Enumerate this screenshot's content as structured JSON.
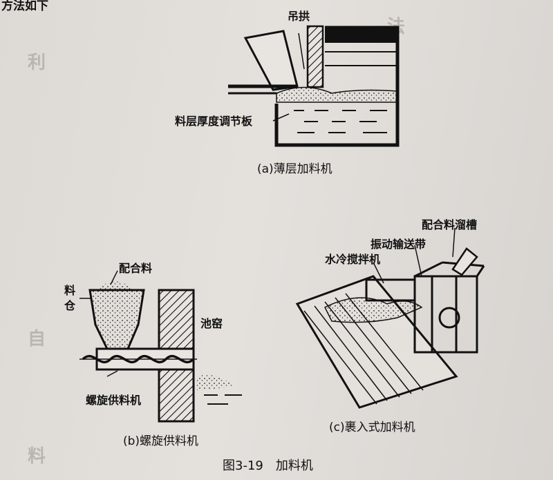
{
  "figure": {
    "title": "图3-19　加料机",
    "top_left_fragment": "方法如下"
  },
  "panel_a": {
    "caption": "(a)薄层加料机",
    "labels": {
      "arch": "吊拱",
      "plate": "料层厚度调节板"
    }
  },
  "panel_b": {
    "caption": "(b)螺旋供料机",
    "labels": {
      "batch": "配合料",
      "bin": "料仓",
      "tank": "池窑",
      "screw": "螺旋供料机"
    }
  },
  "panel_c": {
    "caption": "(c)裹入式加料机",
    "labels": {
      "chute": "配合料溜槽",
      "conveyor": "振动输送带",
      "mixer": "水冷搅拌机"
    }
  }
}
